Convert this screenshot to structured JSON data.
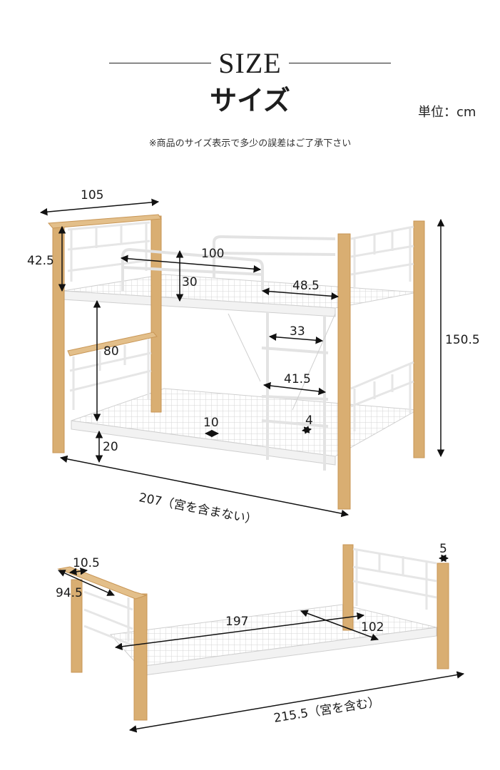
{
  "header": {
    "title_en": "SIZE",
    "title_jp": "サイズ",
    "unit_label": "単位：cm",
    "note": "※商品のサイズ表示で多少の誤差はご了承下さい"
  },
  "colors": {
    "wood": "#D9AE72",
    "wood_dark": "#C89656",
    "frame": "#F2F2F2",
    "frame_stroke": "#CFCFCF",
    "arrow": "#111111"
  },
  "bunk_bed": {
    "dims": {
      "width_105": "105",
      "headboard_42_5": "42.5",
      "guard_length_100": "100",
      "guard_height_30": "30",
      "opening_48_5": "48.5",
      "total_height_150_5": "150.5",
      "ladder_step_33": "33",
      "under_clearance_80": "80",
      "ladder_width_41_5": "41.5",
      "slat_gap_10": "10",
      "ladder_rung_4": "4",
      "floor_clearance_20": "20",
      "length_207": "207（宮を含まない）"
    }
  },
  "single_bed": {
    "dims": {
      "shelf_depth_10_5": "10.5",
      "shelf_width_94_5": "94.5",
      "post_5": "5",
      "inner_length_197": "197",
      "inner_width_102": "102",
      "total_length_215_5": "215.5（宮を含む）"
    }
  }
}
